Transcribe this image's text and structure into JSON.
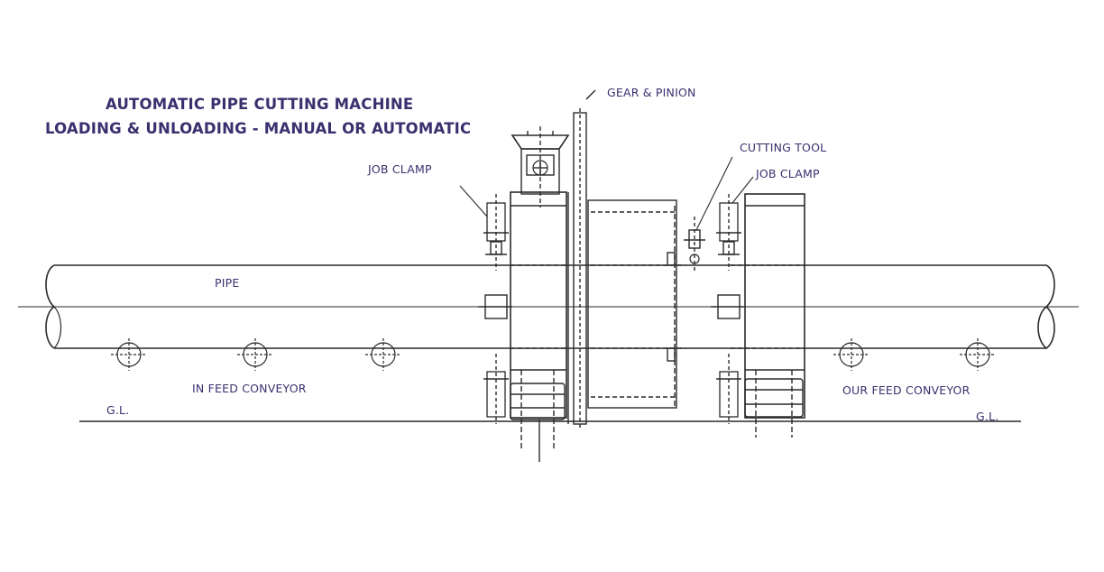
{
  "title": {
    "line1": "AUTOMATIC PIPE CUTTING MACHINE",
    "line2": "LOADING & UNLOADING - MANUAL OR AUTOMATIC"
  },
  "labels": {
    "gear_pinion": "GEAR & PINION",
    "cutting_tool": "CUTTING TOOL",
    "job_clamp_left": "JOB CLAMP",
    "job_clamp_right": "JOB CLAMP",
    "pipe": "PIPE",
    "in_feed_conveyor": "IN FEED CONVEYOR",
    "out_feed_conveyor": "OUR FEED CONVEYOR",
    "ground_level_left": "G.L.",
    "ground_level_right": "G.L."
  },
  "colors": {
    "text": "#3b2f6e",
    "line": "#2a2a2a"
  }
}
